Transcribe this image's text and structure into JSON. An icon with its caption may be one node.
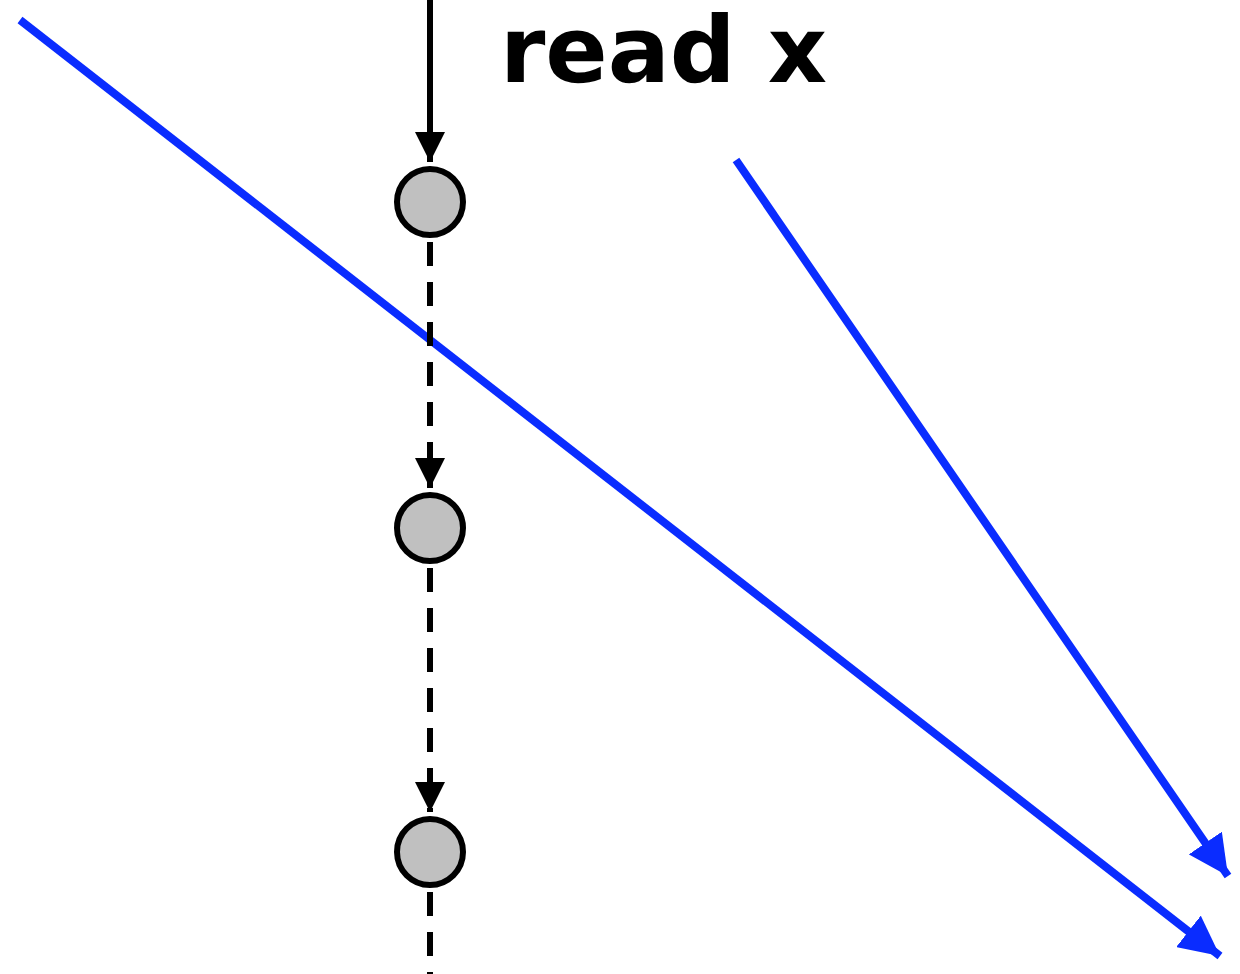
{
  "diagram": {
    "nodes": [
      {
        "text": [],
        "shape": "circle"
      },
      {
        "text": [],
        "shape": "circle"
      },
      {
        "text": [],
        "shape": "circle"
      }
    ],
    "edges": [
      {
        "from": null,
        "to": 0,
        "arrow": "to",
        "label": "read x"
      },
      {
        "from": 0,
        "to": 1,
        "arrow": "to",
        "style": "dashed"
      },
      {
        "from": 1,
        "to": 2,
        "arrow": "to",
        "style": "dashed"
      },
      {
        "from": 2,
        "to": null,
        "arrow": "none",
        "style": "dashed"
      }
    ]
  }
}
